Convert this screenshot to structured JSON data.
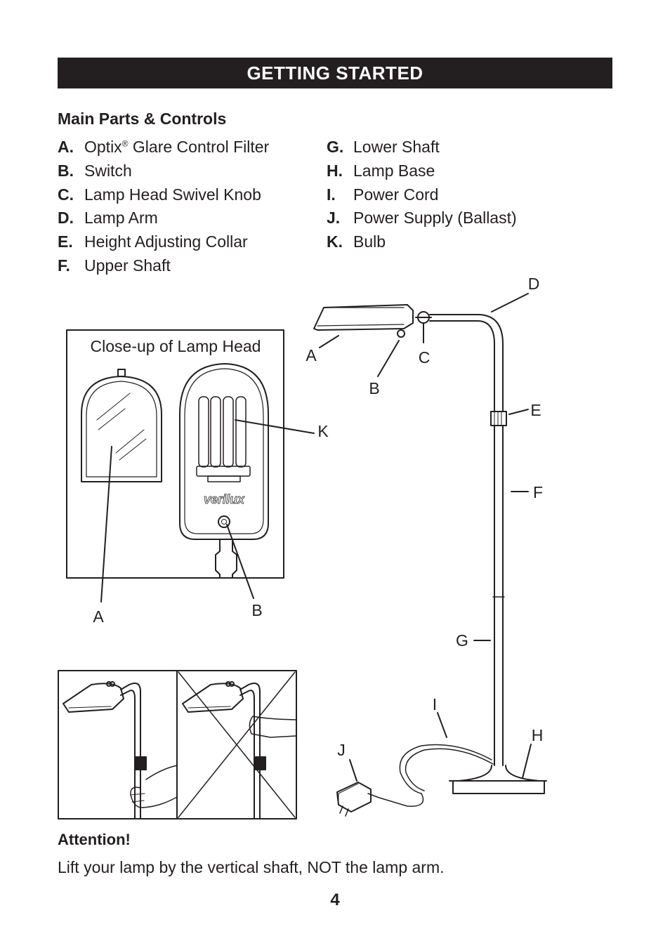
{
  "header": {
    "title": "GETTING STARTED"
  },
  "main": {
    "section_title": "Main Parts & Controls",
    "parts_left": [
      {
        "letter": "A.",
        "pre": "Optix",
        "sup": "®",
        "post": " Glare Control Filter"
      },
      {
        "letter": "B.",
        "pre": "Switch",
        "sup": "",
        "post": ""
      },
      {
        "letter": "C.",
        "pre": "Lamp Head Swivel Knob",
        "sup": "",
        "post": ""
      },
      {
        "letter": "D.",
        "pre": "Lamp Arm",
        "sup": "",
        "post": ""
      },
      {
        "letter": "E.",
        "pre": "Height Adjusting Collar",
        "sup": "",
        "post": ""
      },
      {
        "letter": "F.",
        "pre": "Upper Shaft",
        "sup": "",
        "post": ""
      }
    ],
    "parts_right": [
      {
        "letter": "G.",
        "text": "Lower Shaft"
      },
      {
        "letter": "H.",
        "text": "Lamp Base"
      },
      {
        "letter": "I.",
        "text": "Power Cord"
      },
      {
        "letter": "J.",
        "text": "Power Supply (Ballast)"
      },
      {
        "letter": "K.",
        "text": "Bulb"
      }
    ]
  },
  "diagram": {
    "closeup_title": "Close-up of Lamp Head",
    "brand_logo": "verilux",
    "closeup_labels": {
      "a": "A",
      "b": "B",
      "k": "K"
    },
    "lamp_labels": {
      "a": "A",
      "b": "B",
      "c": "C",
      "d": "D",
      "e": "E",
      "f": "F",
      "g": "G",
      "h": "H",
      "i": "I",
      "j": "J"
    }
  },
  "attention": {
    "title": "Attention!",
    "text": "Lift your lamp by the vertical shaft, NOT the lamp arm."
  },
  "page_number": "4"
}
